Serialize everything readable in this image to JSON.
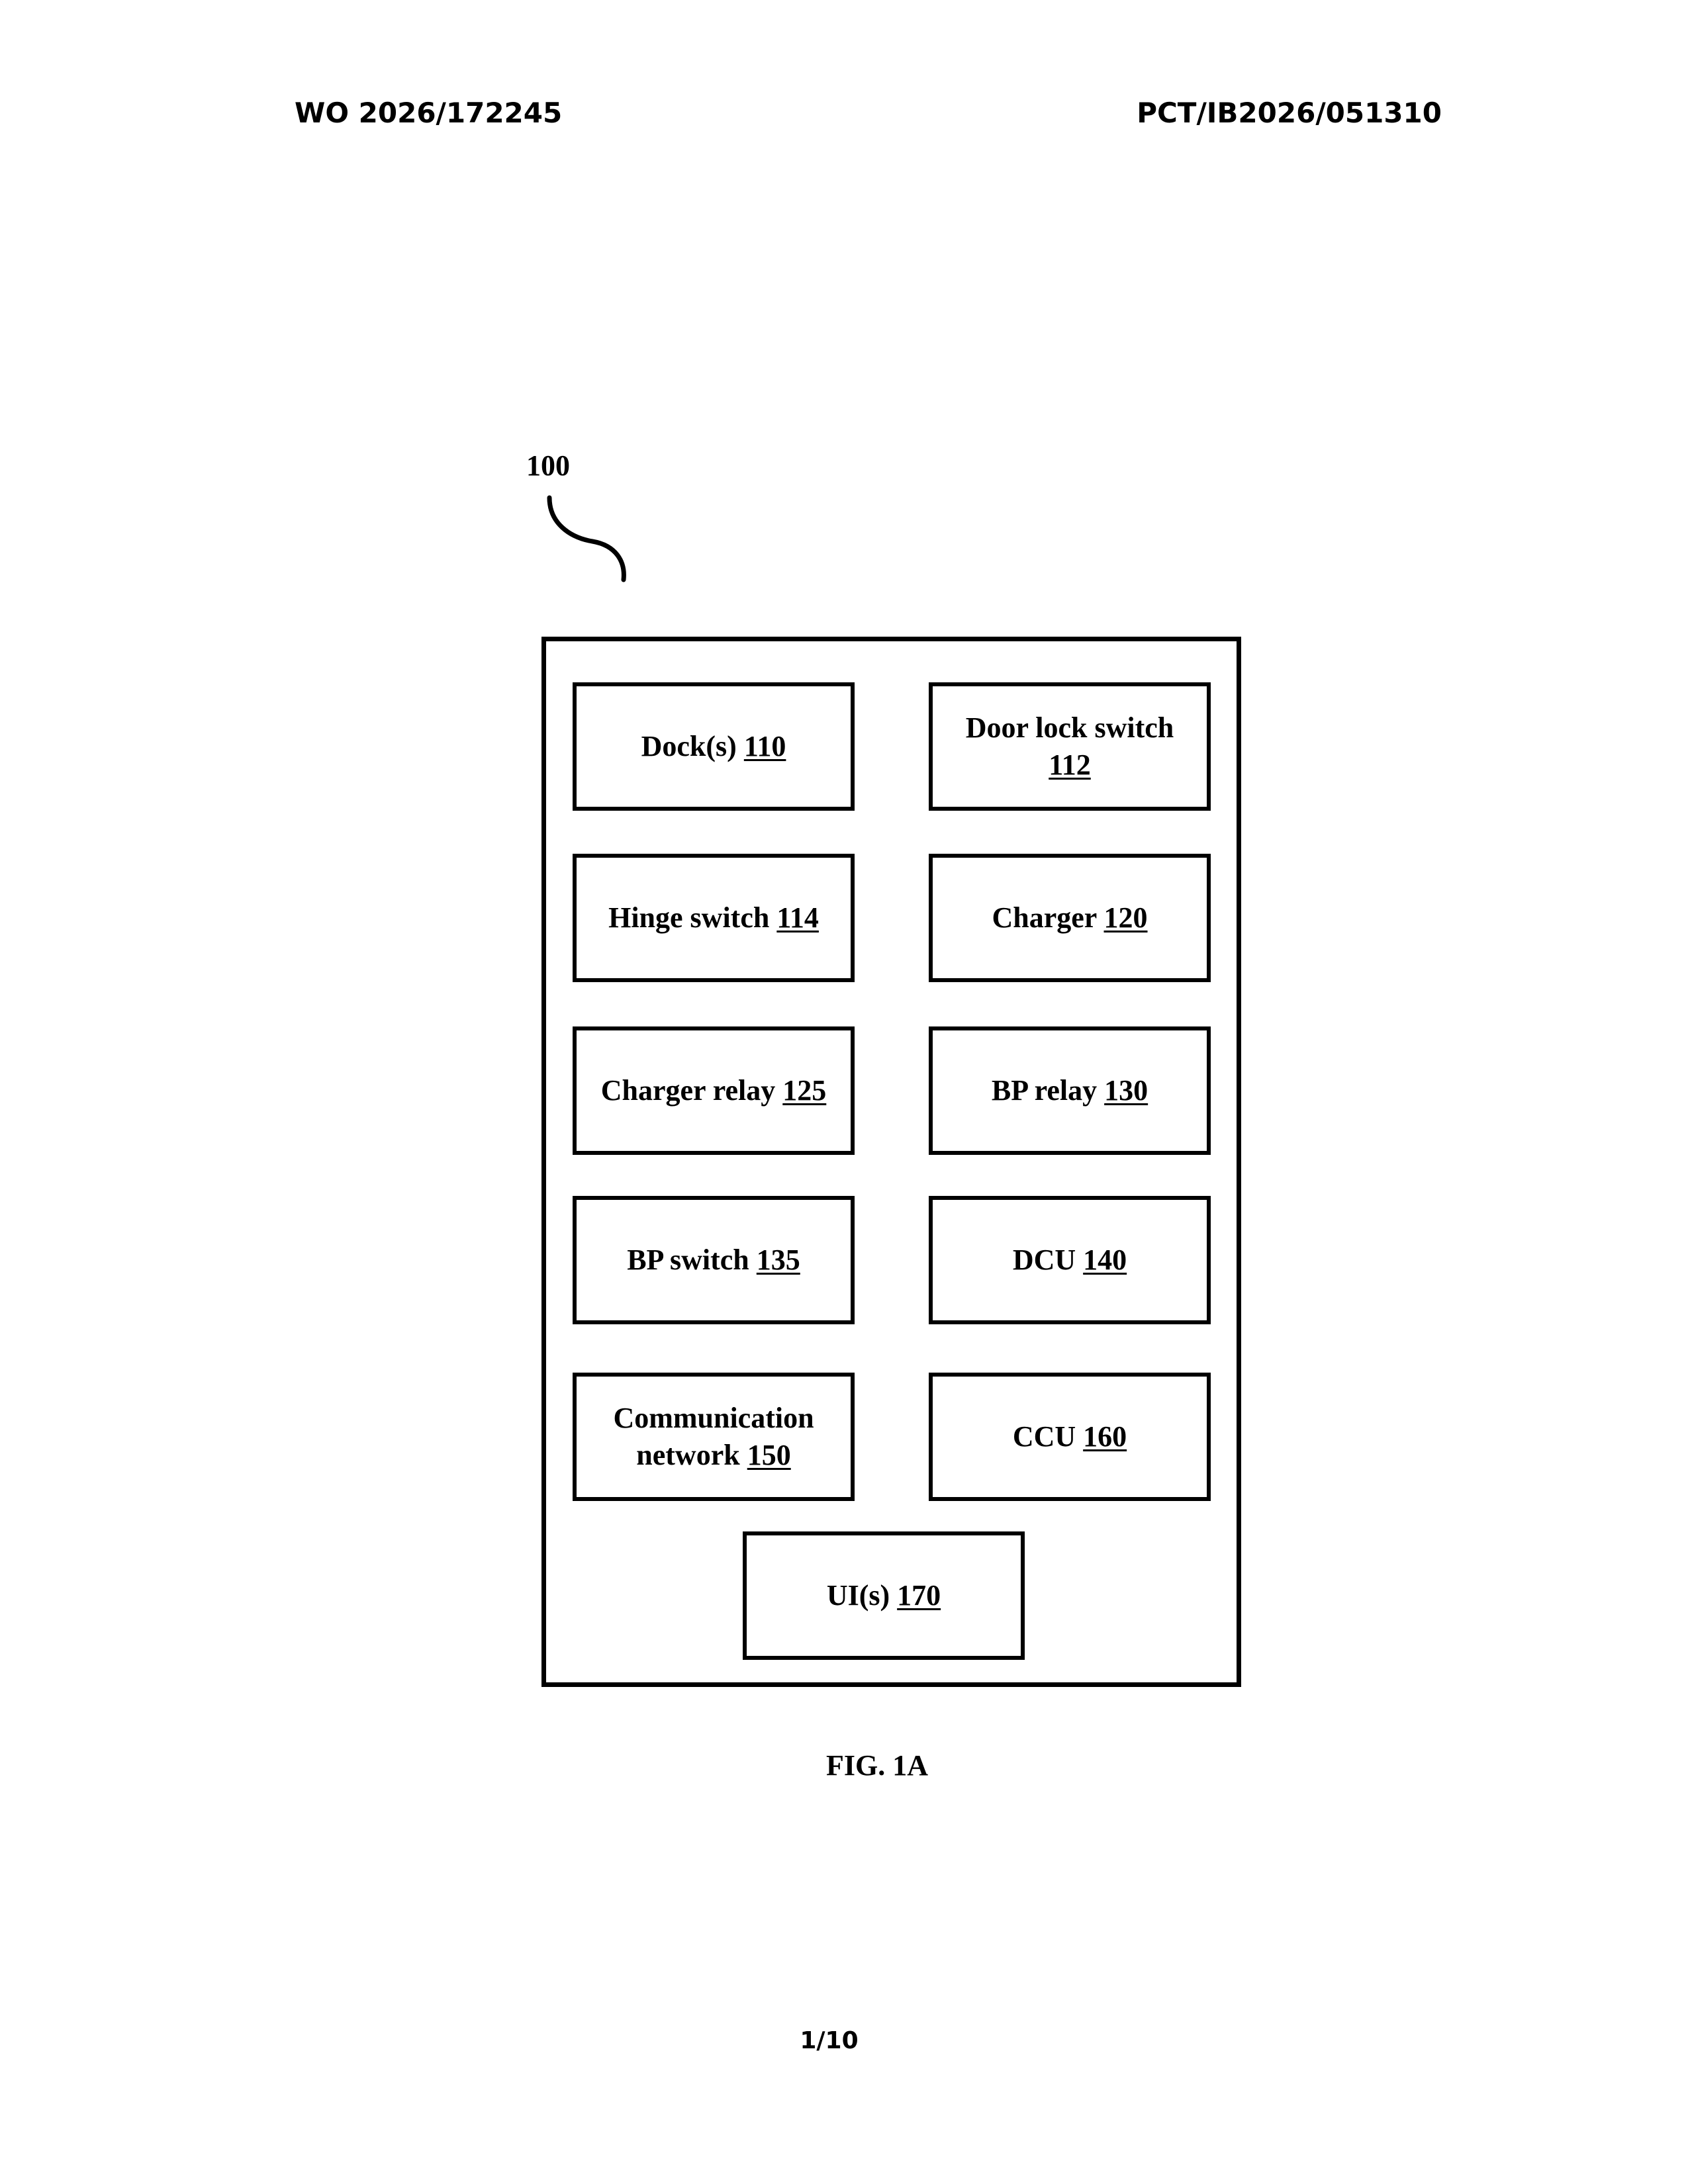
{
  "header": {
    "publication_number": "WO 2026/172245",
    "application_number": "PCT/IB2026/051310"
  },
  "figure": {
    "reference_numeral": "100",
    "caption": "FIG. 1A",
    "blocks": [
      {
        "label": "Dock(s)",
        "number": "110"
      },
      {
        "label": "Door lock switch",
        "number": "112"
      },
      {
        "label": "Hinge switch",
        "number": "114"
      },
      {
        "label": "Charger",
        "number": "120"
      },
      {
        "label": "Charger relay",
        "number": "125"
      },
      {
        "label": "BP relay",
        "number": "130"
      },
      {
        "label": "BP switch",
        "number": "135"
      },
      {
        "label": "DCU",
        "number": "140"
      },
      {
        "label": "Communication network",
        "number": "150"
      },
      {
        "label": "CCU",
        "number": "160"
      },
      {
        "label": "UI(s)",
        "number": "170"
      }
    ]
  },
  "footer": {
    "page_number": "1/10"
  }
}
